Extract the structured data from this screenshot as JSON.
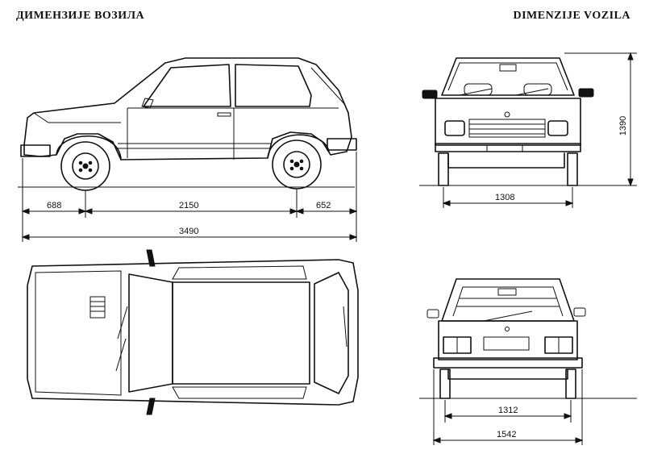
{
  "titles": {
    "cyrillic": "ДИМЕНЗИЈЕ ВОЗИЛА",
    "latin": "DIMENZIJE VOZILA"
  },
  "dimensions": {
    "front_overhang": "688",
    "wheelbase": "2150",
    "rear_overhang": "652",
    "overall_length": "3490",
    "height": "1390",
    "front_track": "1308",
    "rear_track": "1312",
    "overall_width": "1542"
  }
}
